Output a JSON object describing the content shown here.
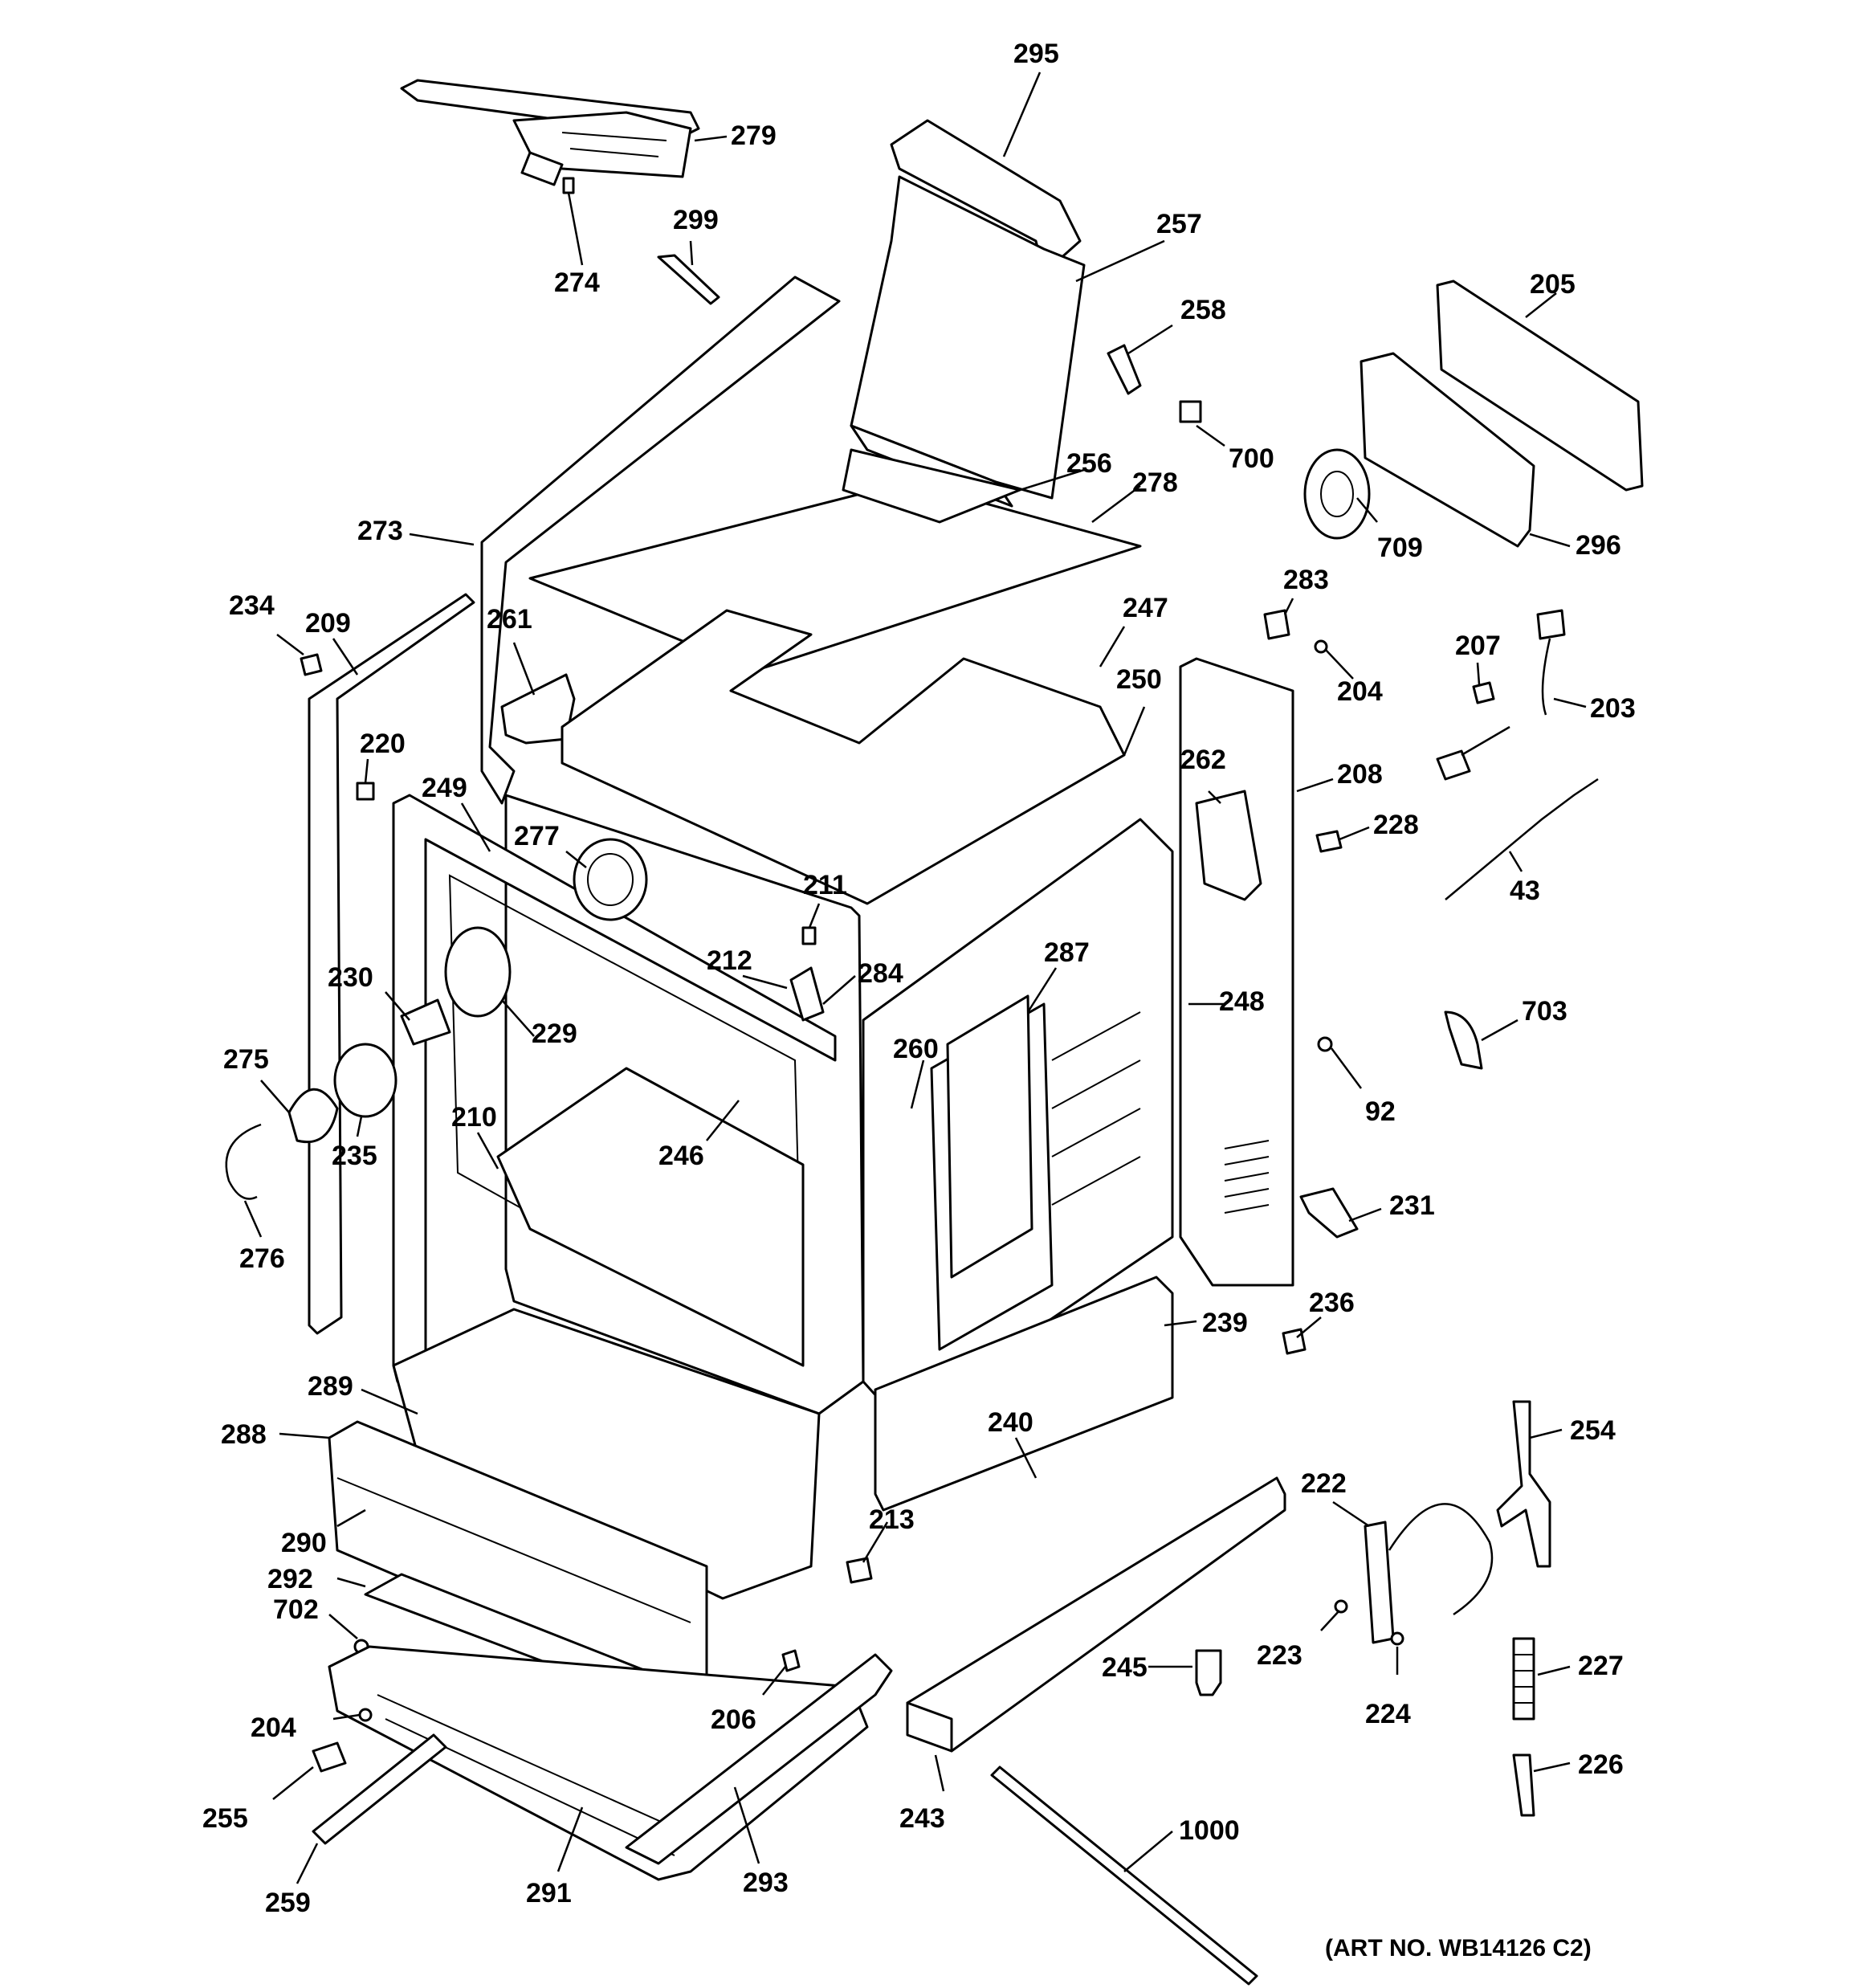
{
  "diagram": {
    "art_number": "(ART NO. WB14126 C2)",
    "callouts": [
      {
        "id": "295",
        "label": "295"
      },
      {
        "id": "279",
        "label": "279"
      },
      {
        "id": "299",
        "label": "299"
      },
      {
        "id": "274",
        "label": "274"
      },
      {
        "id": "257",
        "label": "257"
      },
      {
        "id": "258",
        "label": "258"
      },
      {
        "id": "205",
        "label": "205"
      },
      {
        "id": "700",
        "label": "700"
      },
      {
        "id": "256",
        "label": "256"
      },
      {
        "id": "278",
        "label": "278"
      },
      {
        "id": "709",
        "label": "709"
      },
      {
        "id": "296",
        "label": "296"
      },
      {
        "id": "273",
        "label": "273"
      },
      {
        "id": "283",
        "label": "283"
      },
      {
        "id": "234",
        "label": "234"
      },
      {
        "id": "209",
        "label": "209"
      },
      {
        "id": "261",
        "label": "261"
      },
      {
        "id": "247",
        "label": "247"
      },
      {
        "id": "207",
        "label": "207"
      },
      {
        "id": "250",
        "label": "250"
      },
      {
        "id": "204a",
        "label": "204"
      },
      {
        "id": "203",
        "label": "203"
      },
      {
        "id": "220",
        "label": "220"
      },
      {
        "id": "262",
        "label": "262"
      },
      {
        "id": "208",
        "label": "208"
      },
      {
        "id": "249",
        "label": "249"
      },
      {
        "id": "228",
        "label": "228"
      },
      {
        "id": "277",
        "label": "277"
      },
      {
        "id": "211",
        "label": "211"
      },
      {
        "id": "43",
        "label": "43"
      },
      {
        "id": "212",
        "label": "212"
      },
      {
        "id": "284",
        "label": "284"
      },
      {
        "id": "287",
        "label": "287"
      },
      {
        "id": "230",
        "label": "230"
      },
      {
        "id": "248",
        "label": "248"
      },
      {
        "id": "703",
        "label": "703"
      },
      {
        "id": "229",
        "label": "229"
      },
      {
        "id": "260",
        "label": "260"
      },
      {
        "id": "275",
        "label": "275"
      },
      {
        "id": "92",
        "label": "92"
      },
      {
        "id": "210",
        "label": "210"
      },
      {
        "id": "235",
        "label": "235"
      },
      {
        "id": "246",
        "label": "246"
      },
      {
        "id": "231",
        "label": "231"
      },
      {
        "id": "276",
        "label": "276"
      },
      {
        "id": "236",
        "label": "236"
      },
      {
        "id": "239",
        "label": "239"
      },
      {
        "id": "289",
        "label": "289"
      },
      {
        "id": "240",
        "label": "240"
      },
      {
        "id": "254",
        "label": "254"
      },
      {
        "id": "288",
        "label": "288"
      },
      {
        "id": "222",
        "label": "222"
      },
      {
        "id": "213",
        "label": "213"
      },
      {
        "id": "290",
        "label": "290"
      },
      {
        "id": "292",
        "label": "292"
      },
      {
        "id": "702",
        "label": "702"
      },
      {
        "id": "227",
        "label": "227"
      },
      {
        "id": "245",
        "label": "245"
      },
      {
        "id": "223",
        "label": "223"
      },
      {
        "id": "206",
        "label": "206"
      },
      {
        "id": "224",
        "label": "224"
      },
      {
        "id": "204b",
        "label": "204"
      },
      {
        "id": "226",
        "label": "226"
      },
      {
        "id": "255",
        "label": "255"
      },
      {
        "id": "243",
        "label": "243"
      },
      {
        "id": "1000",
        "label": "1000"
      },
      {
        "id": "259",
        "label": "259"
      },
      {
        "id": "291",
        "label": "291"
      },
      {
        "id": "293",
        "label": "293"
      }
    ]
  }
}
